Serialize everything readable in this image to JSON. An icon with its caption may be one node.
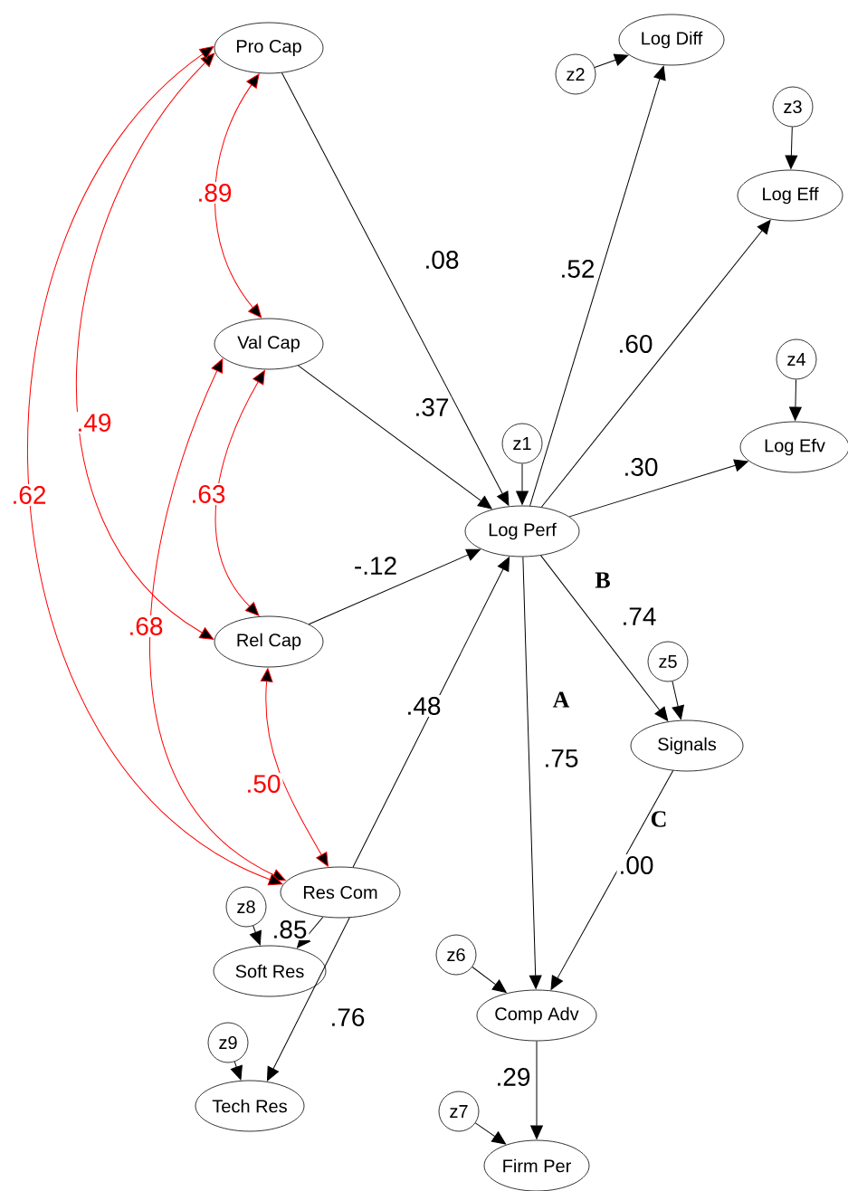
{
  "diagram": {
    "nodes": [
      {
        "text": [
          "Pro Cap"
        ]
      },
      {
        "text": [
          "Val Cap"
        ]
      },
      {
        "text": [
          "Rel Cap"
        ]
      },
      {
        "text": [
          "Res Com"
        ]
      },
      {
        "text": [
          "z8"
        ]
      },
      {
        "text": [
          "Soft Res"
        ]
      },
      {
        "text": [
          "z9"
        ]
      },
      {
        "text": [
          "Tech Res"
        ]
      },
      {
        "text": [
          "Log Diff"
        ]
      },
      {
        "text": [
          "z2"
        ]
      },
      {
        "text": [
          "z3"
        ]
      },
      {
        "text": [
          "Log Eff"
        ]
      },
      {
        "text": [
          "z4"
        ]
      },
      {
        "text": [
          "Log Efv"
        ]
      },
      {
        "text": [
          "z1"
        ]
      },
      {
        "text": [
          "Log Perf"
        ]
      },
      {
        "text": [
          "z5"
        ]
      },
      {
        "text": [
          "Signals"
        ]
      },
      {
        "text": [
          "z6"
        ]
      },
      {
        "text": [
          "Comp Adv"
        ]
      },
      {
        "text": [
          "z7"
        ]
      },
      {
        "text": [
          "Firm Per"
        ]
      }
    ],
    "edges": [
      {
        "from": 0,
        "to": 15,
        "arrow": "to",
        "label": ".08"
      },
      {
        "from": 1,
        "to": 15,
        "arrow": "to",
        "label": ".37"
      },
      {
        "from": 2,
        "to": 15,
        "arrow": "to",
        "label": "-.12"
      },
      {
        "from": 3,
        "to": 15,
        "arrow": "to",
        "label": ".48"
      },
      {
        "from": 14,
        "to": 15,
        "arrow": "to"
      },
      {
        "from": 15,
        "to": 8,
        "arrow": "to",
        "label": ".52"
      },
      {
        "from": 15,
        "to": 11,
        "arrow": "to",
        "label": ".60"
      },
      {
        "from": 15,
        "to": 13,
        "arrow": "to",
        "label": ".30"
      },
      {
        "from": 15,
        "to": 17,
        "arrow": "to",
        "label": ".74"
      },
      {
        "from": 15,
        "to": 19,
        "arrow": "to",
        "label": ".75"
      },
      {
        "from": 17,
        "to": 19,
        "arrow": "to",
        "label": ".00"
      },
      {
        "from": 19,
        "to": 21,
        "arrow": "to",
        "label": ".29"
      },
      {
        "from": 3,
        "to": 5,
        "arrow": "to",
        "label": ".85"
      },
      {
        "from": 3,
        "to": 7,
        "arrow": "to",
        "label": ".76"
      },
      {
        "from": 9,
        "to": 8,
        "arrow": "to"
      },
      {
        "from": 10,
        "to": 11,
        "arrow": "to"
      },
      {
        "from": 12,
        "to": 13,
        "arrow": "to"
      },
      {
        "from": 16,
        "to": 17,
        "arrow": "to"
      },
      {
        "from": 18,
        "to": 19,
        "arrow": "to"
      },
      {
        "from": 20,
        "to": 21,
        "arrow": "to"
      },
      {
        "from": 4,
        "to": 5,
        "arrow": "to"
      },
      {
        "from": 6,
        "to": 7,
        "arrow": "to"
      },
      {
        "from": 0,
        "to": 1,
        "arrow": "both",
        "label": ".89",
        "color": "#ff0000"
      },
      {
        "from": 1,
        "to": 2,
        "arrow": "both",
        "label": ".63",
        "color": "#ff0000"
      },
      {
        "from": 2,
        "to": 3,
        "arrow": "both",
        "label": ".50",
        "color": "#ff0000"
      },
      {
        "from": 0,
        "to": 2,
        "arrow": "both",
        "label": ".49",
        "color": "#ff0000"
      },
      {
        "from": 1,
        "to": 3,
        "arrow": "both",
        "label": ".68",
        "color": "#ff0000"
      },
      {
        "from": 0,
        "to": 3,
        "arrow": "both",
        "label": ".62",
        "color": "#ff0000"
      }
    ],
    "labels": [
      "B",
      "A",
      "C"
    ]
  }
}
